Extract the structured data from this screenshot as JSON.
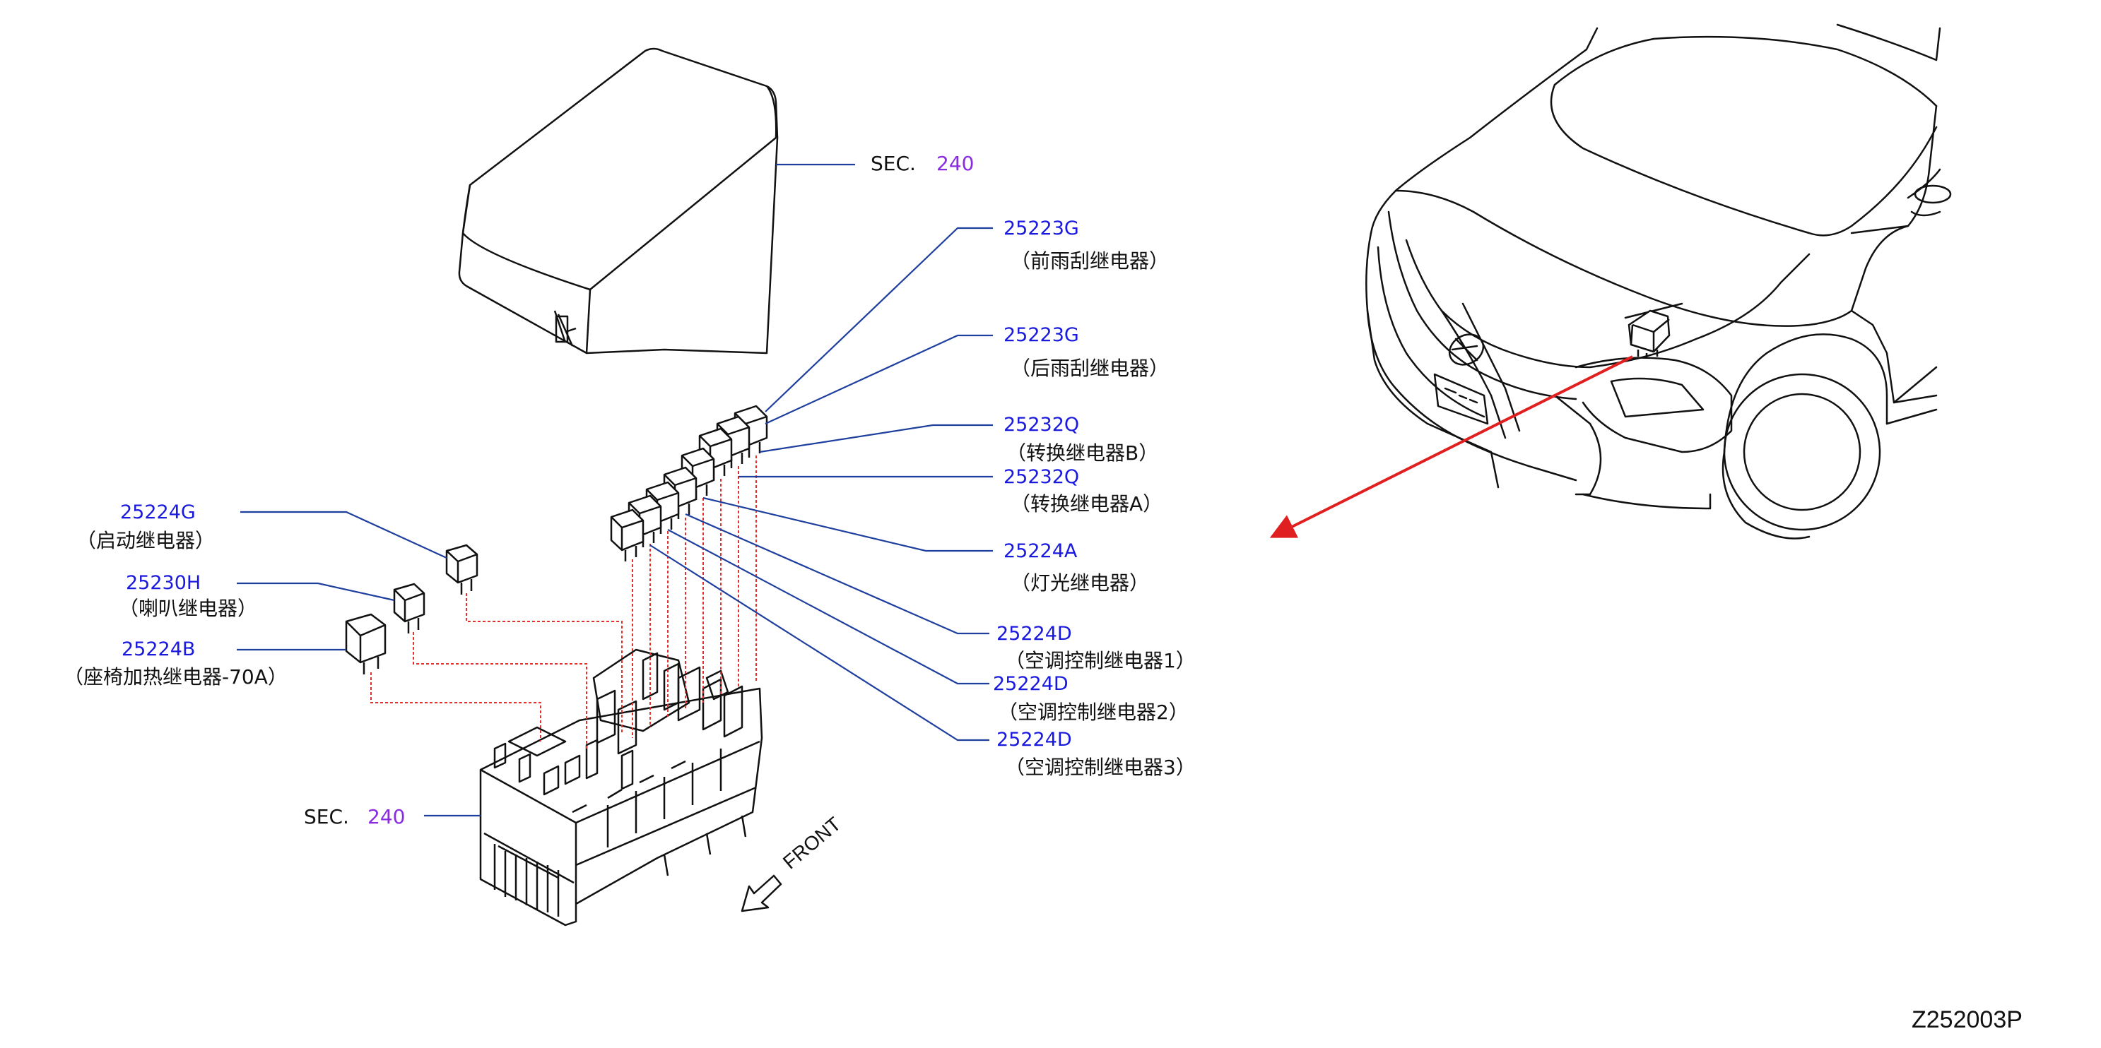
{
  "diagram_code": "Z252003P",
  "front_label": "FRONT",
  "sections": [
    {
      "prefix": "SEC.",
      "number": "240"
    },
    {
      "prefix": "SEC.",
      "number": "240"
    }
  ],
  "callouts": [
    {
      "part": "25223G",
      "name": "（前雨刮继电器）"
    },
    {
      "part": "25223G",
      "name": "（后雨刮继电器）"
    },
    {
      "part": "25232Q",
      "name": "（转换继电器B）"
    },
    {
      "part": "25232Q",
      "name": "（转换继电器A）"
    },
    {
      "part": "25224A",
      "name": "（灯光继电器）"
    },
    {
      "part": "25224D",
      "name": "（空调控制继电器1）"
    },
    {
      "part": "25224D",
      "name": "（空调控制继电器2）"
    },
    {
      "part": "25224D",
      "name": "（空调控制继电器3）"
    },
    {
      "part": "25224G",
      "name": "（启动继电器）"
    },
    {
      "part": "25230H",
      "name": "（喇叭继电器）"
    },
    {
      "part": "25224B",
      "name": "（座椅加热继电器-70A）"
    }
  ],
  "colors": {
    "leader": "#1f3f9f",
    "relay_link": "#e53030",
    "part_number": "#1a1adf",
    "section_number": "#8a2be2",
    "arrow": "#e02020"
  }
}
